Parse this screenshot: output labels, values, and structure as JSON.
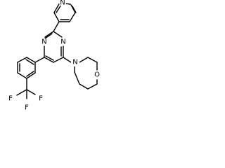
{
  "structure": {
    "atoms": {
      "n_pyridine": "N",
      "n_pyrimidine_left": "N",
      "n_pyrimidine_right": "N",
      "n_morpholine": "N",
      "o_morpholine": "O",
      "f1": "F",
      "f2": "F",
      "f3": "F"
    },
    "colors": {
      "bond": "#000000",
      "label": "#000000",
      "background": "#ffffff"
    }
  }
}
